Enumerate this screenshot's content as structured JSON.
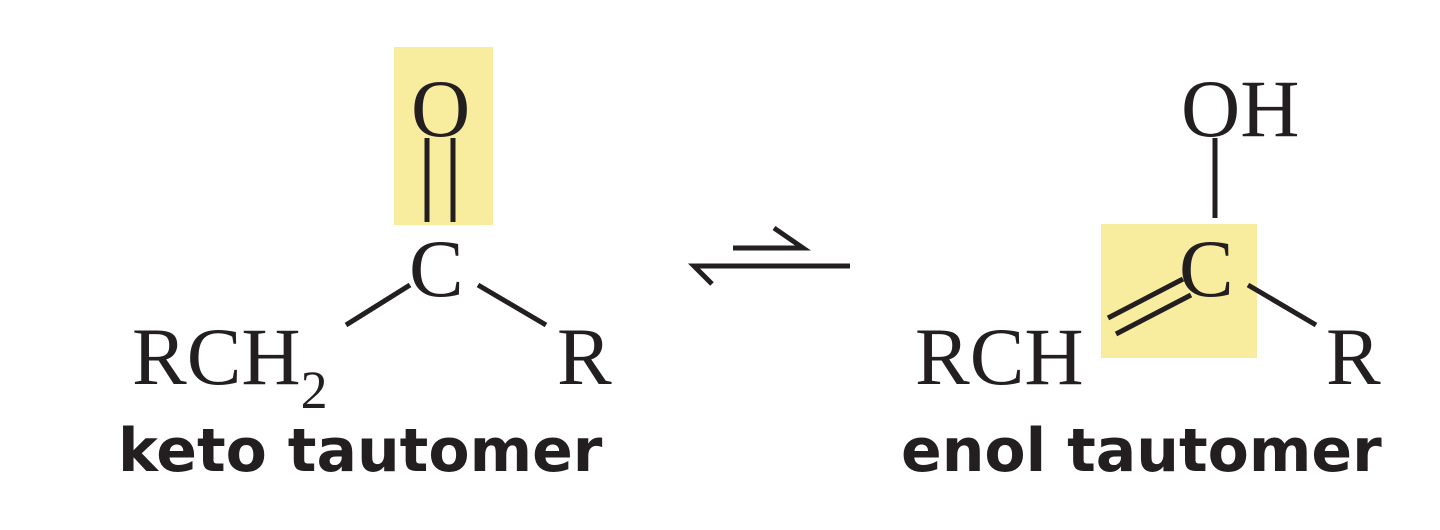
{
  "colors": {
    "highlight": "#f8ec9f",
    "ink": "#231f20",
    "background": "#ffffff"
  },
  "keto": {
    "oxygen": "O",
    "carbon": "C",
    "left_group": "RCH",
    "left_group_subscript": "2",
    "right_group": "R",
    "caption": "keto tautomer"
  },
  "equilibrium_symbol": "⇌",
  "enol": {
    "hydroxyl": "OH",
    "carbon": "C",
    "left_group": "RCH",
    "right_group": "R",
    "caption": "enol tautomer"
  }
}
